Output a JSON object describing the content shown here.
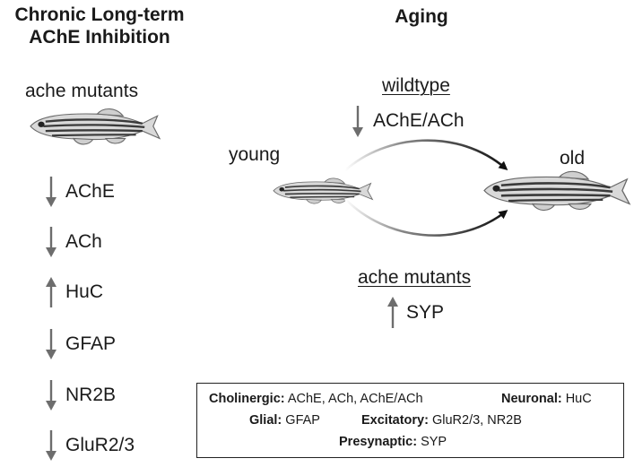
{
  "left_panel": {
    "title_line1": "Chronic Long-term",
    "title_line2": "AChE Inhibition",
    "subject": "ache mutants",
    "markers": [
      {
        "label": "AChE",
        "direction": "down"
      },
      {
        "label": "ACh",
        "direction": "down"
      },
      {
        "label": "HuC",
        "direction": "up"
      },
      {
        "label": "GFAP",
        "direction": "down"
      },
      {
        "label": "NR2B",
        "direction": "down"
      },
      {
        "label": "GluR2/3",
        "direction": "down"
      }
    ]
  },
  "right_panel": {
    "title": "Aging",
    "young_label": "young",
    "old_label": "old",
    "top_path": {
      "group": "wildtype",
      "change": "AChE/ACh",
      "direction": "down"
    },
    "bottom_path": {
      "group": "ache mutants",
      "change": "SYP",
      "direction": "up"
    }
  },
  "legend": {
    "cholinergic_label": "Cholinergic:",
    "cholinergic_value": "AChE, ACh, AChE/ACh",
    "neuronal_label": "Neuronal:",
    "neuronal_value": "HuC",
    "glial_label": "Glial:",
    "glial_value": "GFAP",
    "excitatory_label": "Excitatory:",
    "excitatory_value": "GluR2/3, NR2B",
    "presynaptic_label": "Presynaptic:",
    "presynaptic_value": "SYP"
  },
  "colors": {
    "arrow_gray": "#6d6d6d",
    "text": "#1a1a1a",
    "fish_body": "#d9d9d9",
    "fish_stripe": "#3a3a3a"
  }
}
